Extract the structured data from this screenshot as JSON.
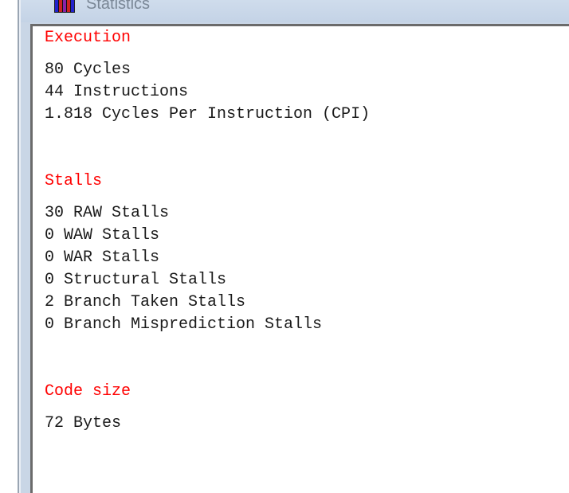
{
  "window": {
    "title": "Statistics",
    "icon": "bar-chart-icon",
    "icon_colors": [
      "#2222cc",
      "#cc2222",
      "#8822aa",
      "#cc2222",
      "#2222cc"
    ]
  },
  "colors": {
    "section_header": "#ff0000",
    "text": "#1a1a1a"
  },
  "sections": {
    "execution": {
      "header": "Execution",
      "lines": [
        "80 Cycles",
        "44 Instructions",
        "1.818 Cycles Per Instruction (CPI)"
      ]
    },
    "stalls": {
      "header": "Stalls",
      "lines": [
        "30 RAW Stalls",
        "0 WAW Stalls",
        "0 WAR Stalls",
        "0 Structural Stalls",
        "2 Branch Taken Stalls",
        "0 Branch Misprediction Stalls"
      ]
    },
    "code_size": {
      "header": "Code size",
      "lines": [
        "72 Bytes"
      ]
    }
  }
}
